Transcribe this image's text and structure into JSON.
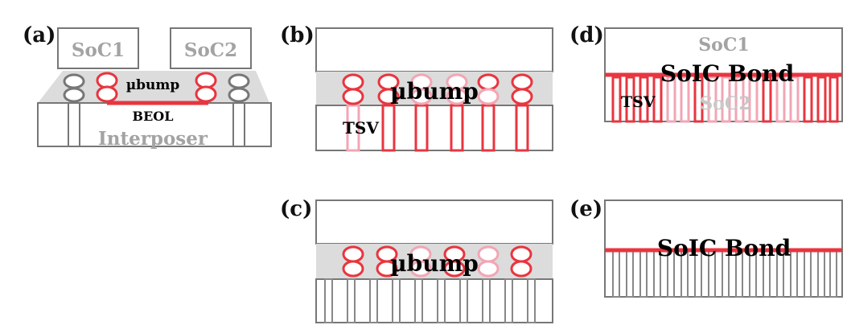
{
  "panels": {
    "a": {
      "letter": "(a)",
      "chip_left": "SoC1",
      "chip_right": "SoC2",
      "bump_label": "µbump",
      "beol_label": "BEOL",
      "substrate_label": "Interposer"
    },
    "b": {
      "letter": "(b)",
      "bump_label": "µbump",
      "via_label": "TSV"
    },
    "c": {
      "letter": "(c)",
      "bump_label": "µbump"
    },
    "d": {
      "letter": "(d)",
      "top_label": "SoC1",
      "bottom_label": "SoC2",
      "bond_label": "SoIC Bond",
      "via_label": "TSV"
    },
    "e": {
      "letter": "(e)",
      "bond_label": "SoIC Bond"
    }
  },
  "colors": {
    "outline": "#777777",
    "gray_fill": "#dcdcdc",
    "red": "#e8353f",
    "pink": "#f2a6b4",
    "label_grey": "#a3a3a3"
  }
}
